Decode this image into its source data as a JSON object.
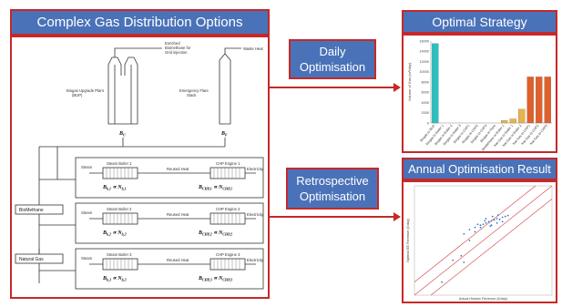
{
  "main_panel": {
    "title": "Complex Gas Distribution Options"
  },
  "callouts": {
    "daily": [
      "Daily",
      "Optimisation"
    ],
    "retro": [
      "Retrospective",
      "Optimisation"
    ]
  },
  "optimal_panel": {
    "title": "Optimal Strategy"
  },
  "annual_panel": {
    "title": "Annual Optimisation Result"
  },
  "diagram": {
    "bup": {
      "name": [
        "Biogas Upgrade Plant",
        "(BUP)"
      ],
      "var": "B",
      "var_sub": "U"
    },
    "flare": {
      "name": [
        "Emergency Flare",
        "Stack"
      ],
      "var": "B",
      "var_sub": "F"
    },
    "grid_label": [
      "Enriched",
      "Biomethane for",
      "Grid injection"
    ],
    "waste_heat": "Waste Heat",
    "sources": [
      "BioMethane",
      "Natural Gas"
    ],
    "rows": [
      {
        "boiler": "Steam Boiler 1",
        "chp": "CHP Engine 1",
        "steam": "Steam",
        "heat": "Reused Heat",
        "elec": "Electricity",
        "b": "B",
        "b_sub": "b,1",
        "n_sub": "b,1",
        "c_sub": "CHP,1",
        "nc_sub": "CHP,1"
      },
      {
        "boiler": "Steam Boiler 2",
        "chp": "CHP Engine 2",
        "steam": "Steam",
        "heat": "Reused Heat",
        "elec": "Electricity",
        "b": "B",
        "b_sub": "b,2",
        "n_sub": "b,2",
        "c_sub": "CHP,2",
        "nc_sub": "CHP,2"
      },
      {
        "boiler": "Steam Boiler 3",
        "chp": "CHP Engine 3",
        "steam": "Steam",
        "heat": "Reused Heat",
        "elec": "Electricity",
        "b": "B",
        "b_sub": "b,3",
        "n_sub": "b,3",
        "c_sub": "CHP,3",
        "nc_sub": "CHP,3"
      }
    ]
  },
  "chart_data": [
    {
      "type": "bar",
      "title": "",
      "ylabel": "Volume of Gas (m³/day)",
      "ylim": [
        0,
        16000
      ],
      "yticks": [
        0,
        2000,
        4000,
        6000,
        8000,
        10000,
        12000,
        14000,
        16000
      ],
      "categories": [
        "Biogas to BUP",
        "Biogas to Boiler 1",
        "Biogas to Boiler 2",
        "Biogas to Boiler 3",
        "Biogas to CHP1",
        "Biogas to CHP2",
        "Biogas to CHP3",
        "Biogas to Flare",
        "BioMethane to Boiler 1",
        "Nat Gas to Boiler 1",
        "Nat Gas to Boiler 2",
        "Nat Gas to CHP1",
        "Nat Gas to CHP2",
        "Nat Gas to CHP3"
      ],
      "values": [
        15500,
        0,
        0,
        0,
        0,
        0,
        0,
        0,
        500,
        800,
        2700,
        9000,
        9000,
        9000
      ],
      "colors": [
        "#2bbfbf",
        "#2bbfbf",
        "#2bbfbf",
        "#2bbfbf",
        "#2bbfbf",
        "#2bbfbf",
        "#2bbfbf",
        "#2bbfbf",
        "#e8b24a",
        "#e8b24a",
        "#e8b24a",
        "#e0602a",
        "#e0602a",
        "#e0602a"
      ]
    },
    {
      "type": "scatter",
      "title": "",
      "xlabel": "Actual Historic Revenue (£/day)",
      "ylabel": "Optimal EE Revenue (£/day)",
      "xlim": [
        0,
        25
      ],
      "ylim": [
        0,
        25
      ],
      "reference_lines": [
        {
          "offset": 0
        },
        {
          "offset": 3
        },
        {
          "offset": -3
        }
      ],
      "points": [
        [
          7,
          8
        ],
        [
          5,
          3
        ],
        [
          9,
          14
        ],
        [
          10,
          15
        ],
        [
          11,
          15.5
        ],
        [
          12,
          16
        ],
        [
          12.5,
          16.2
        ],
        [
          13,
          16.5
        ],
        [
          13.5,
          16.8
        ],
        [
          14,
          17
        ],
        [
          14.5,
          17.2
        ],
        [
          15,
          17.5
        ],
        [
          15.5,
          17.3
        ],
        [
          16,
          17.8
        ],
        [
          13,
          17.5
        ],
        [
          14,
          16
        ],
        [
          15,
          16.5
        ],
        [
          16.5,
          18
        ],
        [
          12,
          15.5
        ],
        [
          11,
          14.5
        ],
        [
          10,
          12.5
        ],
        [
          8.5,
          9
        ],
        [
          9,
          7.5
        ],
        [
          14.2,
          18
        ],
        [
          15.2,
          18.3
        ],
        [
          12.8,
          17
        ],
        [
          13.8,
          15.8
        ],
        [
          16,
          16.8
        ],
        [
          17,
          18.2
        ],
        [
          11.5,
          16.2
        ]
      ]
    }
  ]
}
